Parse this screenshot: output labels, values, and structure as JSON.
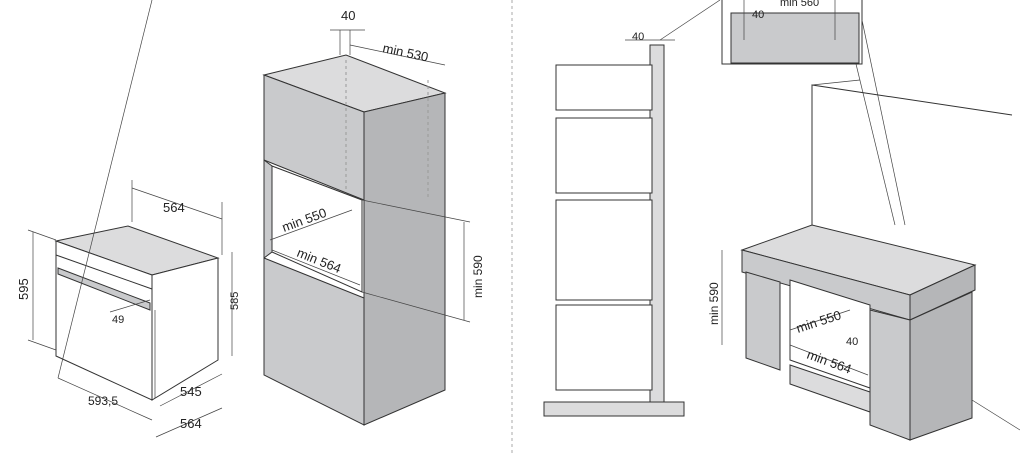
{
  "figure_left": {
    "oven_dimensions": {
      "depth_top": "564",
      "height_front": "595",
      "height_side": "585",
      "handle_depth": "49",
      "width": "593,5",
      "body_depth": "545",
      "total_depth": "564"
    },
    "tall_cabinet": {
      "panel_depth": "40",
      "min_depth": "min 530",
      "niche_depth": "min 550",
      "niche_width": "min 564",
      "niche_height": "min 590"
    }
  },
  "figure_right": {
    "side_view_gap": "40",
    "detail_gap": "40",
    "detail_label": "min 560",
    "under_counter": {
      "niche_height": "min 590",
      "niche_depth": "min 550",
      "gap": "40",
      "niche_width": "min 564"
    }
  }
}
